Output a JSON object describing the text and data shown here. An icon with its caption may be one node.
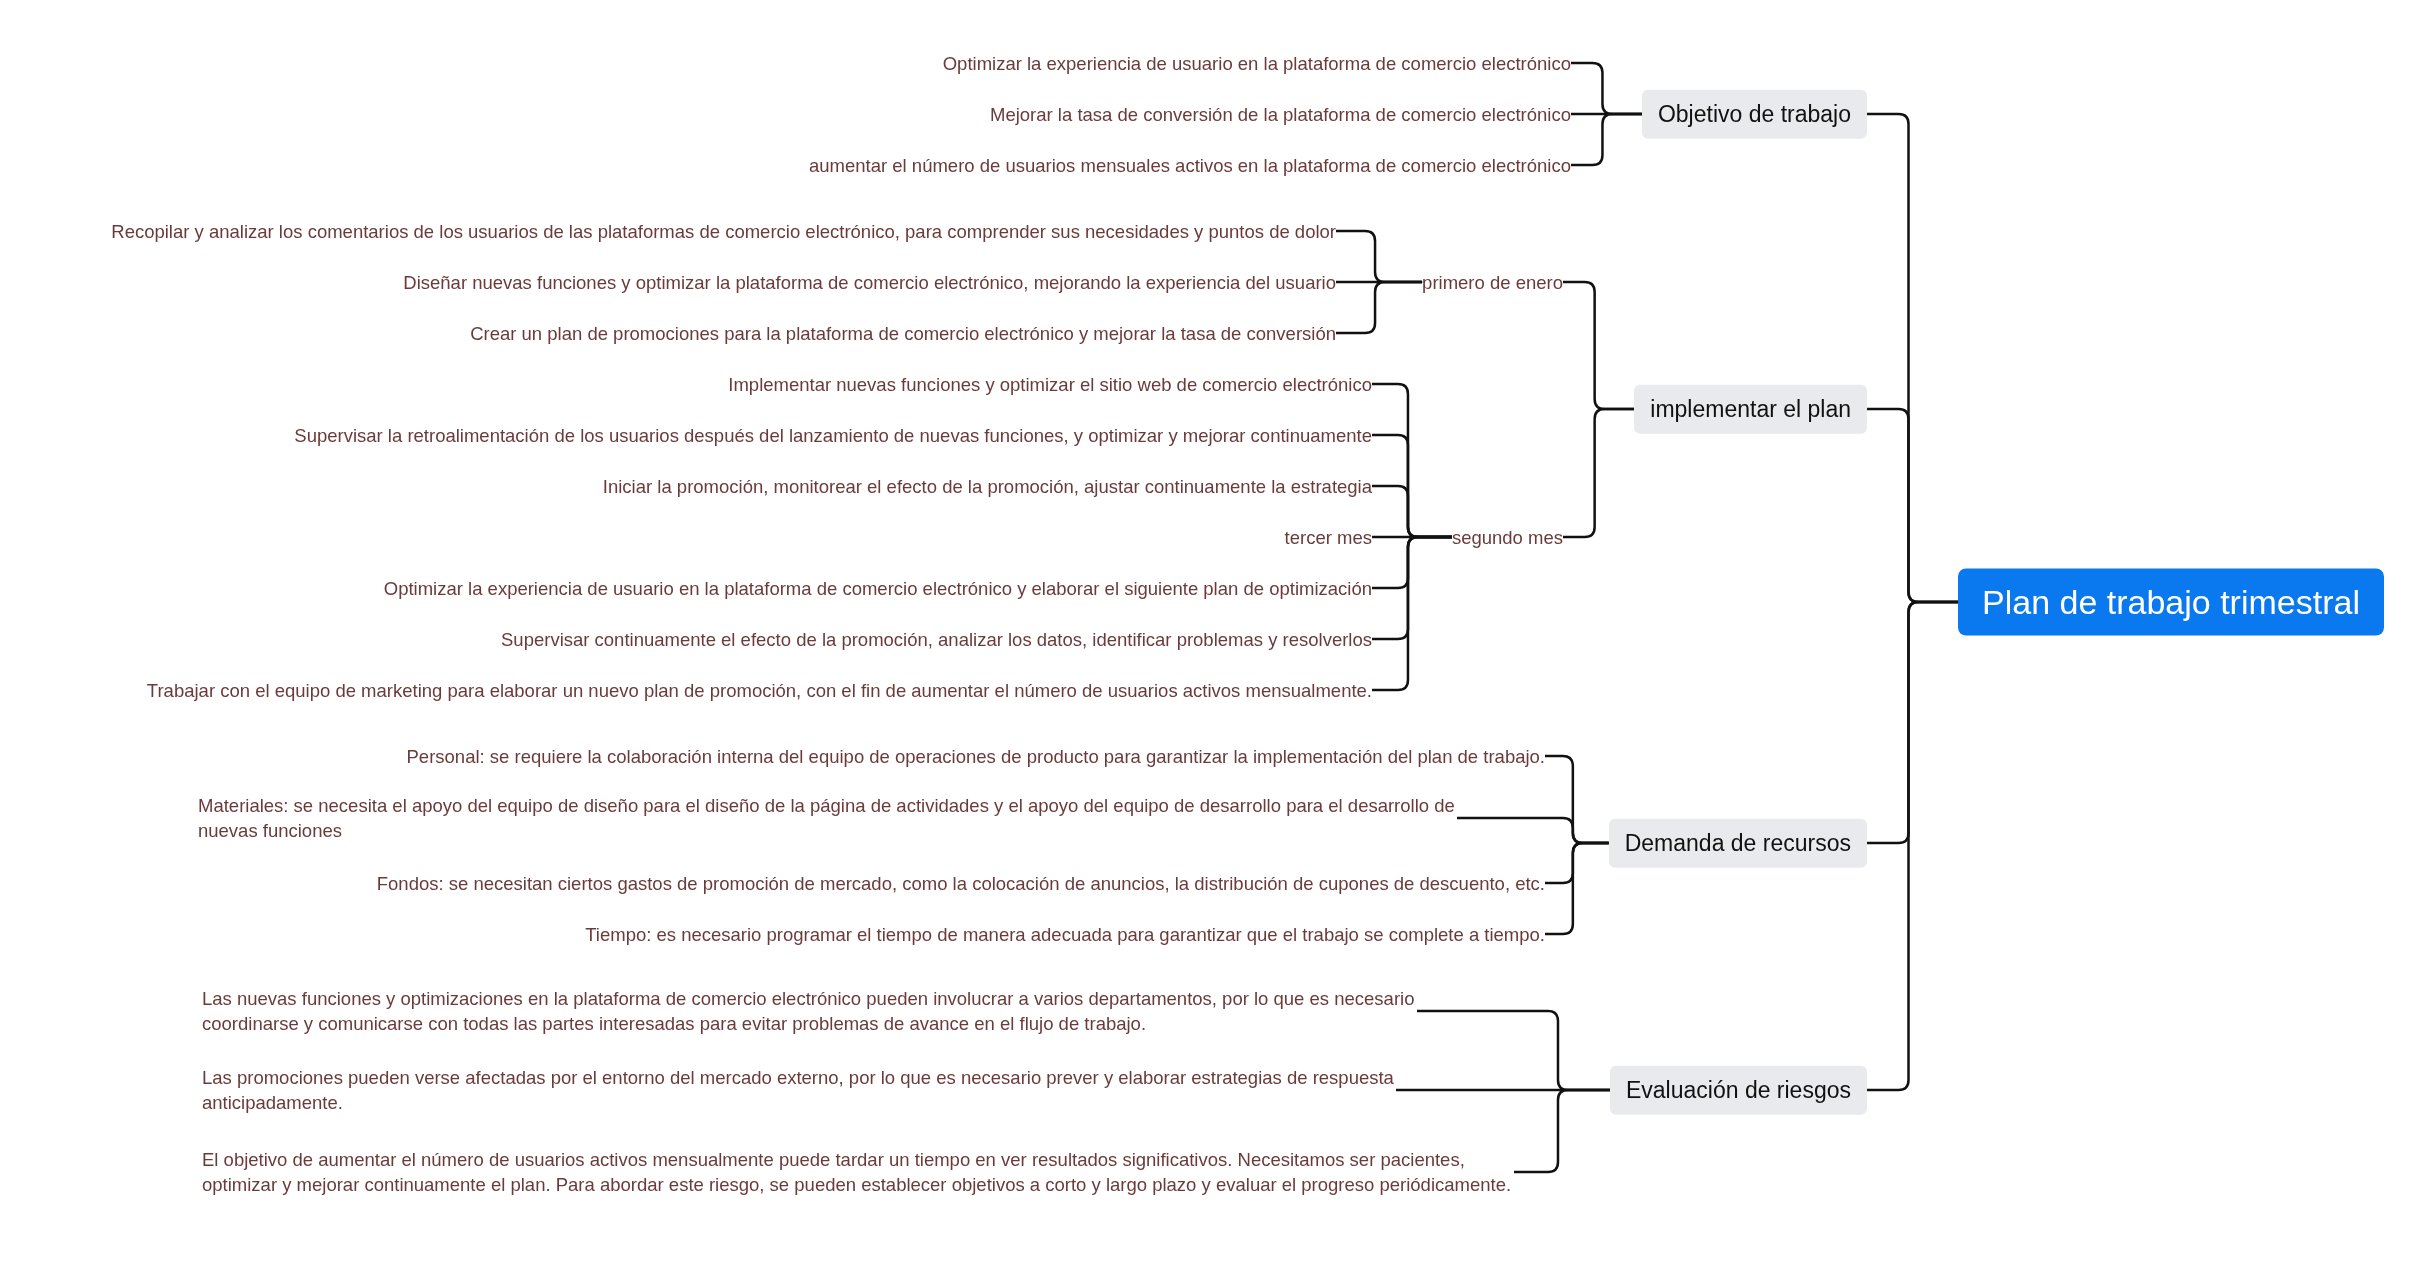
{
  "diagram": {
    "nodes": [
      {
        "text": [
          "Plan de trabajo trimestral"
        ]
      },
      {
        "text": [
          "Objetivo de trabajo"
        ]
      },
      {
        "text": [
          "Optimizar la experiencia de usuario en la plataforma de comercio electrónico"
        ]
      },
      {
        "text": [
          "Mejorar la tasa de conversión de la plataforma de comercio electrónico"
        ]
      },
      {
        "text": [
          "aumentar el número de usuarios mensuales activos en la plataforma de comercio electrónico"
        ]
      },
      {
        "text": [
          "implementar el plan"
        ]
      },
      {
        "text": [
          "primero de enero"
        ]
      },
      {
        "text": [
          "Recopilar y analizar los comentarios de los usuarios de las plataformas de comercio electrónico, para comprender sus necesidades y puntos de dolor"
        ]
      },
      {
        "text": [
          "Diseñar nuevas funciones y optimizar la plataforma de comercio electrónico, mejorando la experiencia del usuario"
        ]
      },
      {
        "text": [
          "Crear un plan de promociones para la plataforma de comercio electrónico y mejorar la tasa de conversión"
        ]
      },
      {
        "text": [
          "segundo mes"
        ]
      },
      {
        "text": [
          "Implementar nuevas funciones y optimizar el sitio web de comercio electrónico"
        ]
      },
      {
        "text": [
          "Supervisar la retroalimentación de los usuarios después del lanzamiento de nuevas funciones, y optimizar y mejorar continuamente"
        ]
      },
      {
        "text": [
          "Iniciar la promoción, monitorear el efecto de la promoción, ajustar continuamente la estrategia"
        ]
      },
      {
        "text": [
          "tercer mes"
        ]
      },
      {
        "text": [
          "Optimizar la experiencia de usuario en la plataforma de comercio electrónico y elaborar el siguiente plan de optimización"
        ]
      },
      {
        "text": [
          "Supervisar continuamente el efecto de la promoción, analizar los datos, identificar problemas y resolverlos"
        ]
      },
      {
        "text": [
          "Trabajar con el equipo de marketing para elaborar un nuevo plan de promoción, con el fin de aumentar el número de usuarios activos mensualmente."
        ]
      },
      {
        "text": [
          "Demanda de recursos"
        ]
      },
      {
        "text": [
          "Personal: se requiere la colaboración interna del equipo de operaciones de producto para garantizar la implementación del plan de trabajo."
        ]
      },
      {
        "text": [
          "Materiales: se necesita el apoyo del equipo de diseño para el diseño de la página de actividades y el apoyo del equipo de desarrollo para el desarrollo de nuevas funciones"
        ]
      },
      {
        "text": [
          "Fondos: se necesitan ciertos gastos de promoción de mercado, como la colocación de anuncios, la distribución de cupones de descuento, etc."
        ]
      },
      {
        "text": [
          "Tiempo: es necesario programar el tiempo de manera adecuada para garantizar que el trabajo se complete a tiempo."
        ]
      },
      {
        "text": [
          "Evaluación de riesgos"
        ]
      },
      {
        "text": [
          "Las nuevas funciones y optimizaciones en la plataforma de comercio electrónico pueden involucrar a varios departamentos, por lo que es necesario coordinarse y comunicarse con todas las partes interesadas para evitar problemas de avance en el flujo de trabajo."
        ]
      },
      {
        "text": [
          "Las promociones pueden verse afectadas por el entorno del mercado externo, por lo que es necesario prever y elaborar estrategias de respuesta anticipadamente."
        ]
      },
      {
        "text": [
          "El objetivo de aumentar el número de usuarios activos mensualmente puede tardar un tiempo en ver resultados significativos. Necesitamos ser pacientes, optimizar y mejorar continuamente el plan. Para abordar este riesgo, se pueden establecer objetivos a corto y largo plazo y evaluar el progreso periódicamente."
        ]
      }
    ],
    "edges": [
      {
        "from": 0,
        "to": 1,
        "arrow": "none"
      },
      {
        "from": 0,
        "to": 5,
        "arrow": "none"
      },
      {
        "from": 0,
        "to": 18,
        "arrow": "none"
      },
      {
        "from": 0,
        "to": 23,
        "arrow": "none"
      },
      {
        "from": 1,
        "to": 2,
        "arrow": "none"
      },
      {
        "from": 1,
        "to": 3,
        "arrow": "none"
      },
      {
        "from": 1,
        "to": 4,
        "arrow": "none"
      },
      {
        "from": 5,
        "to": 6,
        "arrow": "none"
      },
      {
        "from": 5,
        "to": 10,
        "arrow": "none"
      },
      {
        "from": 6,
        "to": 7,
        "arrow": "none"
      },
      {
        "from": 6,
        "to": 8,
        "arrow": "none"
      },
      {
        "from": 6,
        "to": 9,
        "arrow": "none"
      },
      {
        "from": 10,
        "to": 11,
        "arrow": "none"
      },
      {
        "from": 10,
        "to": 12,
        "arrow": "none"
      },
      {
        "from": 10,
        "to": 13,
        "arrow": "none"
      },
      {
        "from": 10,
        "to": 14,
        "arrow": "none"
      },
      {
        "from": 10,
        "to": 15,
        "arrow": "none"
      },
      {
        "from": 10,
        "to": 16,
        "arrow": "none"
      },
      {
        "from": 10,
        "to": 17,
        "arrow": "none"
      },
      {
        "from": 18,
        "to": 19,
        "arrow": "none"
      },
      {
        "from": 18,
        "to": 20,
        "arrow": "none"
      },
      {
        "from": 18,
        "to": 21,
        "arrow": "none"
      },
      {
        "from": 18,
        "to": 22,
        "arrow": "none"
      },
      {
        "from": 23,
        "to": 24,
        "arrow": "none"
      },
      {
        "from": 23,
        "to": 25,
        "arrow": "none"
      },
      {
        "from": 23,
        "to": 26,
        "arrow": "none"
      }
    ]
  }
}
